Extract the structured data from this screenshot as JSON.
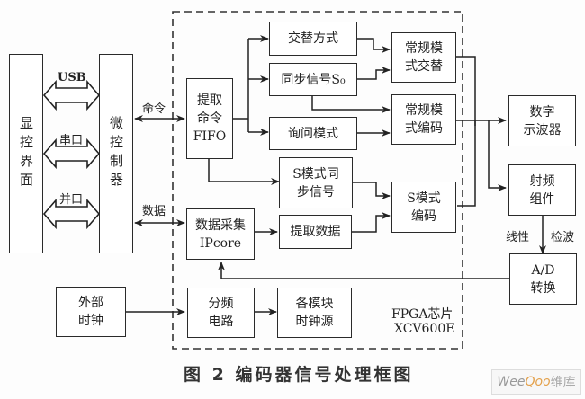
{
  "blocks": {
    "display_interface": "显控界面",
    "microcontroller": "微控制器",
    "extract_cmd_fifo": "提取\n命令\nFIFO",
    "alternate_mode": "交替方式",
    "sync_signal": "同步信号S₀",
    "interrogation_mode": "询问模式",
    "normal_alternate": "常规模\n式交替",
    "normal_encoding": "常规模\n式编码",
    "s_sync_signal": "S模式同\n步信号",
    "data_acq_ipcore": "数据采集\nIPcore",
    "extract_data": "提取数据",
    "s_encoding": "S模式\n编码",
    "oscilloscope": "数字\n示波器",
    "rf_component": "射频\n组件",
    "ad_converter": "A/D\n转换",
    "external_clock": "外部\n时钟",
    "freq_divider": "分频\n电路",
    "module_clock": "各模块\n时钟源"
  },
  "labels": {
    "usb": "USB",
    "serial": "串口",
    "parallel": "并口",
    "command": "命令",
    "data": "数据",
    "linear": "线性",
    "detection": "检波",
    "fpga_chip": "FPGA芯片",
    "fpga_model": "XCV600E"
  },
  "caption": "图 2   编码器信号处理框图",
  "watermark": {
    "latin": "Wee",
    "oo": "Qoo",
    "cn": "维库"
  }
}
